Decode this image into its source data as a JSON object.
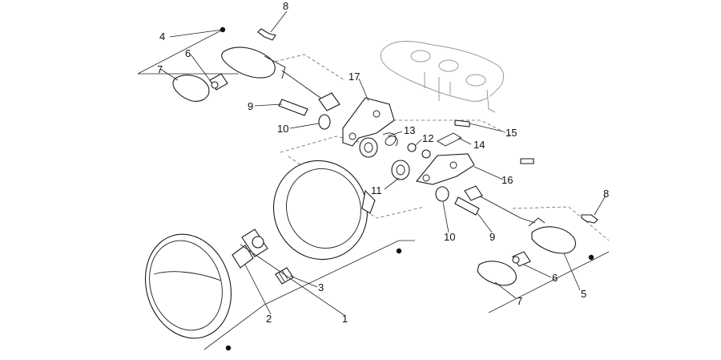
{
  "labels": {
    "l1": "1",
    "l2": "2",
    "l3": "3",
    "l4": "4",
    "l5": "5",
    "l6a": "6",
    "l6b": "6",
    "l7a": "7",
    "l7b": "7",
    "l8a": "8",
    "l8b": "8",
    "l9a": "9",
    "l9b": "9",
    "l10a": "10",
    "l10b": "10",
    "l11": "11",
    "l12": "12",
    "l13": "13",
    "l14": "14",
    "l15": "15",
    "l16": "16",
    "l17": "17"
  },
  "colors": {
    "line": "#1a1a1a",
    "ghost": "#9a9a9a",
    "background": "#ffffff"
  }
}
